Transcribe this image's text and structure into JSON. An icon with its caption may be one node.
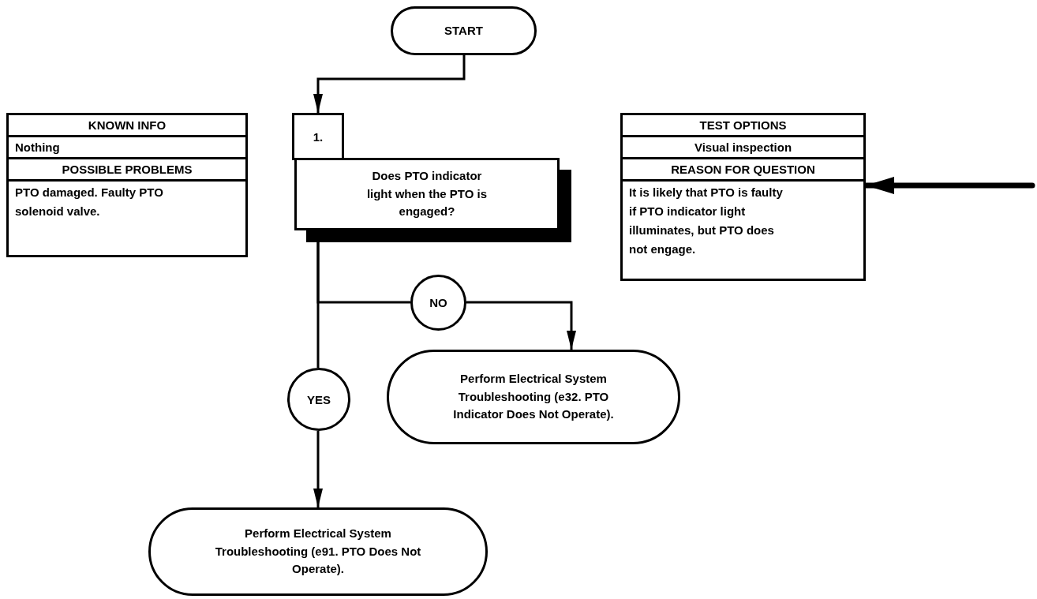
{
  "diagram": {
    "nodes": [
      {
        "text": [
          "START"
        ]
      },
      {
        "text": [
          "1."
        ]
      },
      {
        "text": [
          "Does PTO indicator light when the PTO is engaged?"
        ]
      },
      {
        "text": [
          "KNOWN INFO",
          "Nothing",
          "POSSIBLE PROBLEMS",
          "PTO damaged. Faulty PTO solenoid valve."
        ]
      },
      {
        "text": [
          "TEST OPTIONS",
          "Visual inspection",
          "REASON FOR QUESTION",
          "It is likely that PTO is faulty if PTO indicator light illuminates, but PTO does not engage."
        ]
      },
      {
        "text": [
          "NO"
        ]
      },
      {
        "text": [
          "YES"
        ]
      },
      {
        "text": [
          "Perform Electrical System Troubleshooting (e32. PTO Indicator Does Not Operate)."
        ]
      },
      {
        "text": [
          "Perform Electrical System Troubleshooting (e91. PTO Does Not Operate)."
        ]
      }
    ],
    "edges": [
      {
        "from": 0,
        "to": 1,
        "arrow": "to"
      },
      {
        "from": 2,
        "to": 5,
        "arrow": "none"
      },
      {
        "from": 2,
        "to": 6,
        "arrow": "none"
      },
      {
        "from": 5,
        "to": 7,
        "arrow": "to"
      },
      {
        "from": 6,
        "to": 8,
        "arrow": "to"
      },
      {
        "from": null,
        "to": 4,
        "arrow": "to",
        "style": "thick"
      }
    ]
  }
}
